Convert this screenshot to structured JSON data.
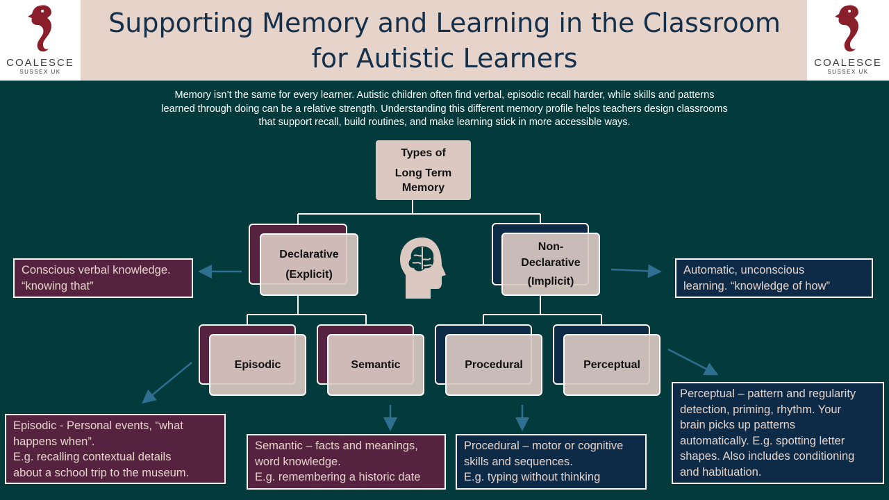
{
  "header": {
    "title_line1": "Supporting Memory and Learning in the Classroom",
    "title_line2": "for Autistic Learners",
    "logo_name": "COALESCE",
    "logo_sub": "SUSSEX UK"
  },
  "intro": {
    "line1": "Memory isn’t the same for every learner. Autistic children often find verbal, episodic recall harder, while skills and patterns",
    "line2": "learned through doing can be a relative strength. Understanding this different memory profile helps teachers design classrooms",
    "line3": "that support recall, build routines, and make learning stick in more accessible ways."
  },
  "diagram": {
    "root": {
      "line1": "Types of",
      "line2": "Long Term",
      "line3": "Memory"
    },
    "declarative": {
      "line1": "Declarative",
      "line2": "(Explicit)"
    },
    "non_declarative": {
      "line1": "Non-",
      "line2": "Declarative",
      "line3": "(Implicit)"
    },
    "episodic": "Episodic",
    "semantic": "Semantic",
    "procedural": "Procedural",
    "perceptual": "Perceptual"
  },
  "notes": {
    "declarative": {
      "line1": "Conscious verbal knowledge.",
      "line2": "“knowing that”"
    },
    "non_declarative": {
      "line1": "Automatic, unconscious",
      "line2": "learning.  “knowledge of how”"
    },
    "episodic": {
      "line1": "Episodic - Personal events, “what",
      "line2": "happens when”.",
      "line3": "E.g. recalling contextual details",
      "line4": "about a school trip to the museum."
    },
    "semantic": {
      "line1": "Semantic – facts and meanings,",
      "line2": "word knowledge.",
      "line3": "E.g. remembering a historic date"
    },
    "procedural": {
      "line1": "Procedural – motor or cognitive",
      "line2": "skills and sequences.",
      "line3": "E.g. typing without thinking"
    },
    "perceptual": {
      "line1": "Perceptual – pattern and regularity",
      "line2": "detection, priming, rhythm. Your",
      "line3": "brain picks up patterns",
      "line4": "automatically. E.g. spotting letter",
      "line5": "shapes. Also includes conditioning",
      "line6": "and habituation."
    }
  },
  "colors": {
    "background": "#033a3b",
    "header": "#e6d3ca",
    "plum": "#55223f",
    "navy": "#0d2b47",
    "tan": "#dbc8c1",
    "arrow": "#2f6f92"
  },
  "icons": {
    "logo": "seahorse-icon",
    "center": "brain-head-icon"
  }
}
